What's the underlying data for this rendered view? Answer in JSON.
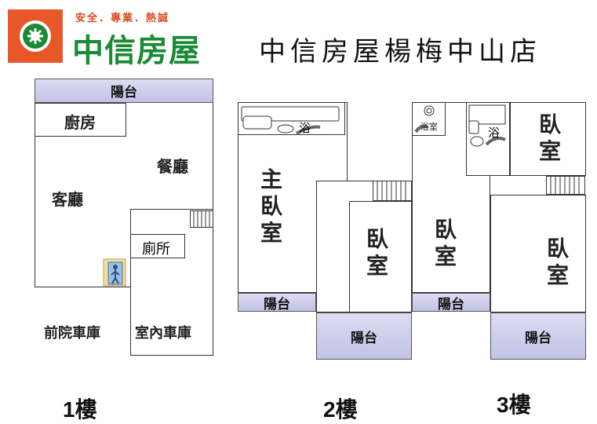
{
  "header": {
    "slogan": "安全．專業．熱誠",
    "brand": "中信房屋",
    "store": "中信房屋楊梅中山店",
    "colors": {
      "brand_green": "#1a8a34",
      "brand_orange": "#e8572a",
      "balcony": "#c8c8ea"
    }
  },
  "floor1": {
    "balcony": "陽台",
    "kitchen": "廚房",
    "dining": "餐廳",
    "living": "客廳",
    "toilet": "廁所",
    "front_garage": "前院車庫",
    "indoor_garage": "室內車庫",
    "label": "1樓"
  },
  "floor2": {
    "bath": "浴",
    "master": [
      "主",
      "臥",
      "室"
    ],
    "bedroom1": [
      "臥",
      "室"
    ],
    "bathroom": "浴室",
    "bedroom2": [
      "臥",
      "室"
    ],
    "balcony_left": "陽台",
    "balcony_center": "陽台",
    "balcony_right": "陽台",
    "label": "2樓"
  },
  "floor3": {
    "bath": "浴",
    "bedroom1": [
      "臥",
      "室"
    ],
    "bedroom2": [
      "臥",
      "室"
    ],
    "balcony": "陽台",
    "label": "3樓"
  }
}
